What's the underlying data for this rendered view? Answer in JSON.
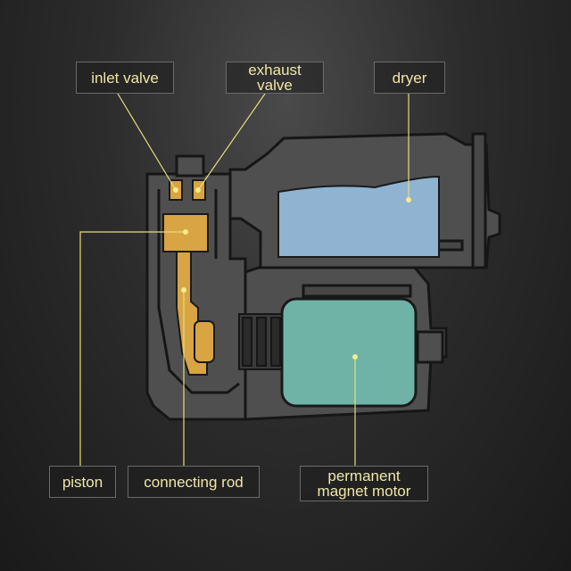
{
  "labels": {
    "inlet_valve": "inlet valve",
    "exhaust_valve": [
      "exhaust",
      "valve"
    ],
    "dryer": "dryer",
    "piston": "piston",
    "connecting_rod": "connecting rod",
    "motor": [
      "permanent",
      "magnet motor"
    ]
  },
  "colors": {
    "background": "#2c2c2c",
    "housing": "#4f4f4f",
    "housing_outline": "#161616",
    "dryer": "#8fb3d1",
    "motor": "#6fb3a6",
    "piston": "#d9a444",
    "leader_line": "#e6dc7a",
    "label_text": "#f0e6a8"
  }
}
